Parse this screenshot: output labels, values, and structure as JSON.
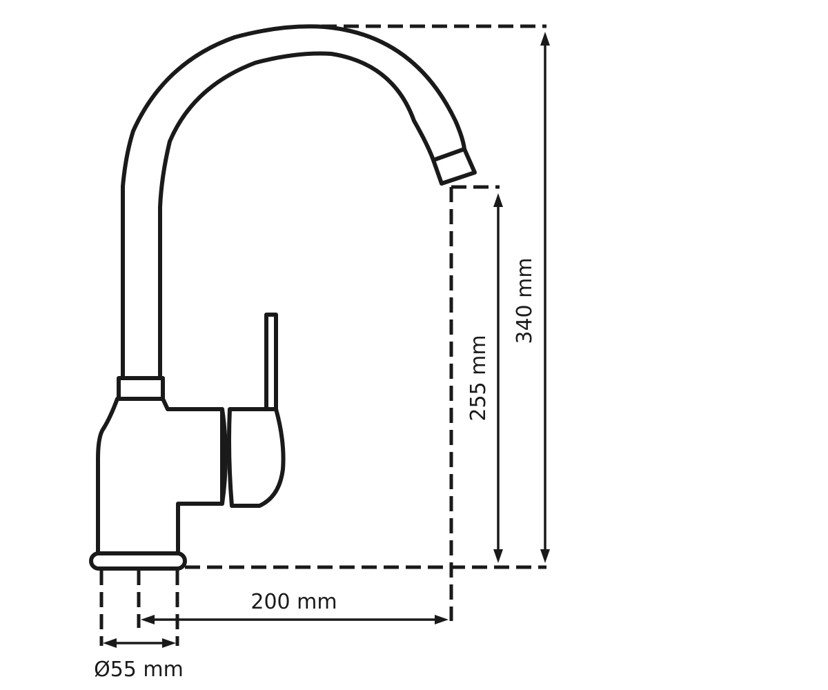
{
  "dimensions": {
    "total_height": "340 mm",
    "spout_height": "255 mm",
    "spout_reach": "200 mm",
    "base_diameter": "Ø55 mm"
  },
  "colors": {
    "stroke": "#1a1a1a",
    "background": "#ffffff"
  }
}
